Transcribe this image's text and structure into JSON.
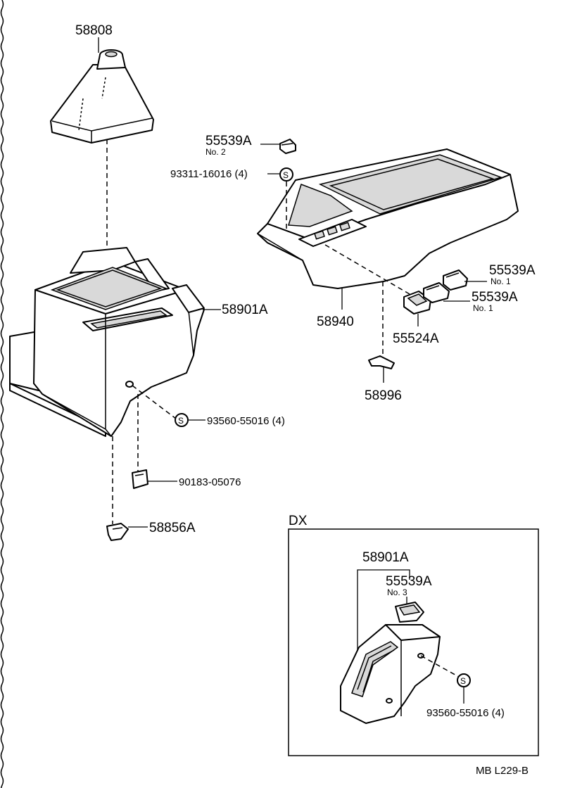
{
  "labels": {
    "p58808": "58808",
    "p55539a_top": "55539A",
    "p55539a_top_sub": "No. 2",
    "p93311": "93311-16016 (4)",
    "p58901a": "58901A",
    "p58940": "58940",
    "p55539a_r1": "55539A",
    "p55539a_r1_sub": "No. 1",
    "p55539a_r2": "55539A",
    "p55539a_r2_sub": "No. 1",
    "p55524a": "55524A",
    "p58996": "58996",
    "p93560": "93560-55016 (4)",
    "p90183": "90183-05076",
    "p58856a": "58856A",
    "dx_title": "DX",
    "dx_58901a": "58901A",
    "dx_55539a": "55539A",
    "dx_55539a_sub": "No. 3",
    "dx_93560": "93560-55016 (4)",
    "screw_symbol": "S",
    "footer_code": "MB  L229-B"
  }
}
